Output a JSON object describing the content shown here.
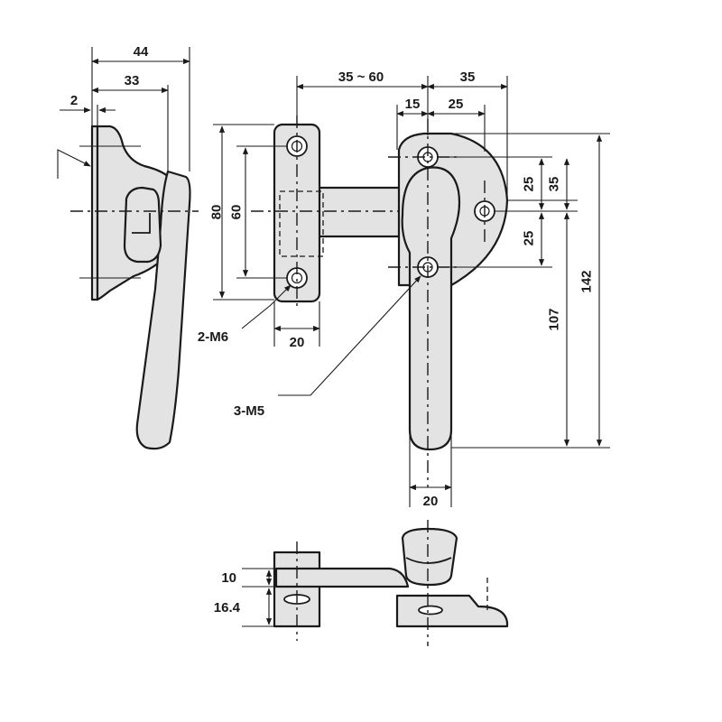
{
  "labels": {
    "side_width_44": "44",
    "side_width_33": "33",
    "side_plate_2": "2",
    "top_35_60": "35 ~ 60",
    "top_35": "35",
    "top_15": "15",
    "top_25": "25",
    "keeper_height_80": "80",
    "keeper_holes_60": "60",
    "keeper_width_20": "20",
    "keeper_screws": "2-M6",
    "handle_screws": "3-M5",
    "base_upper_25": "25",
    "base_lower_25": "25",
    "base_35": "35",
    "handle_107": "107",
    "handle_142": "142",
    "handle_width_20": "20",
    "bottom_10": "10",
    "bottom_16_4": "16.4"
  }
}
